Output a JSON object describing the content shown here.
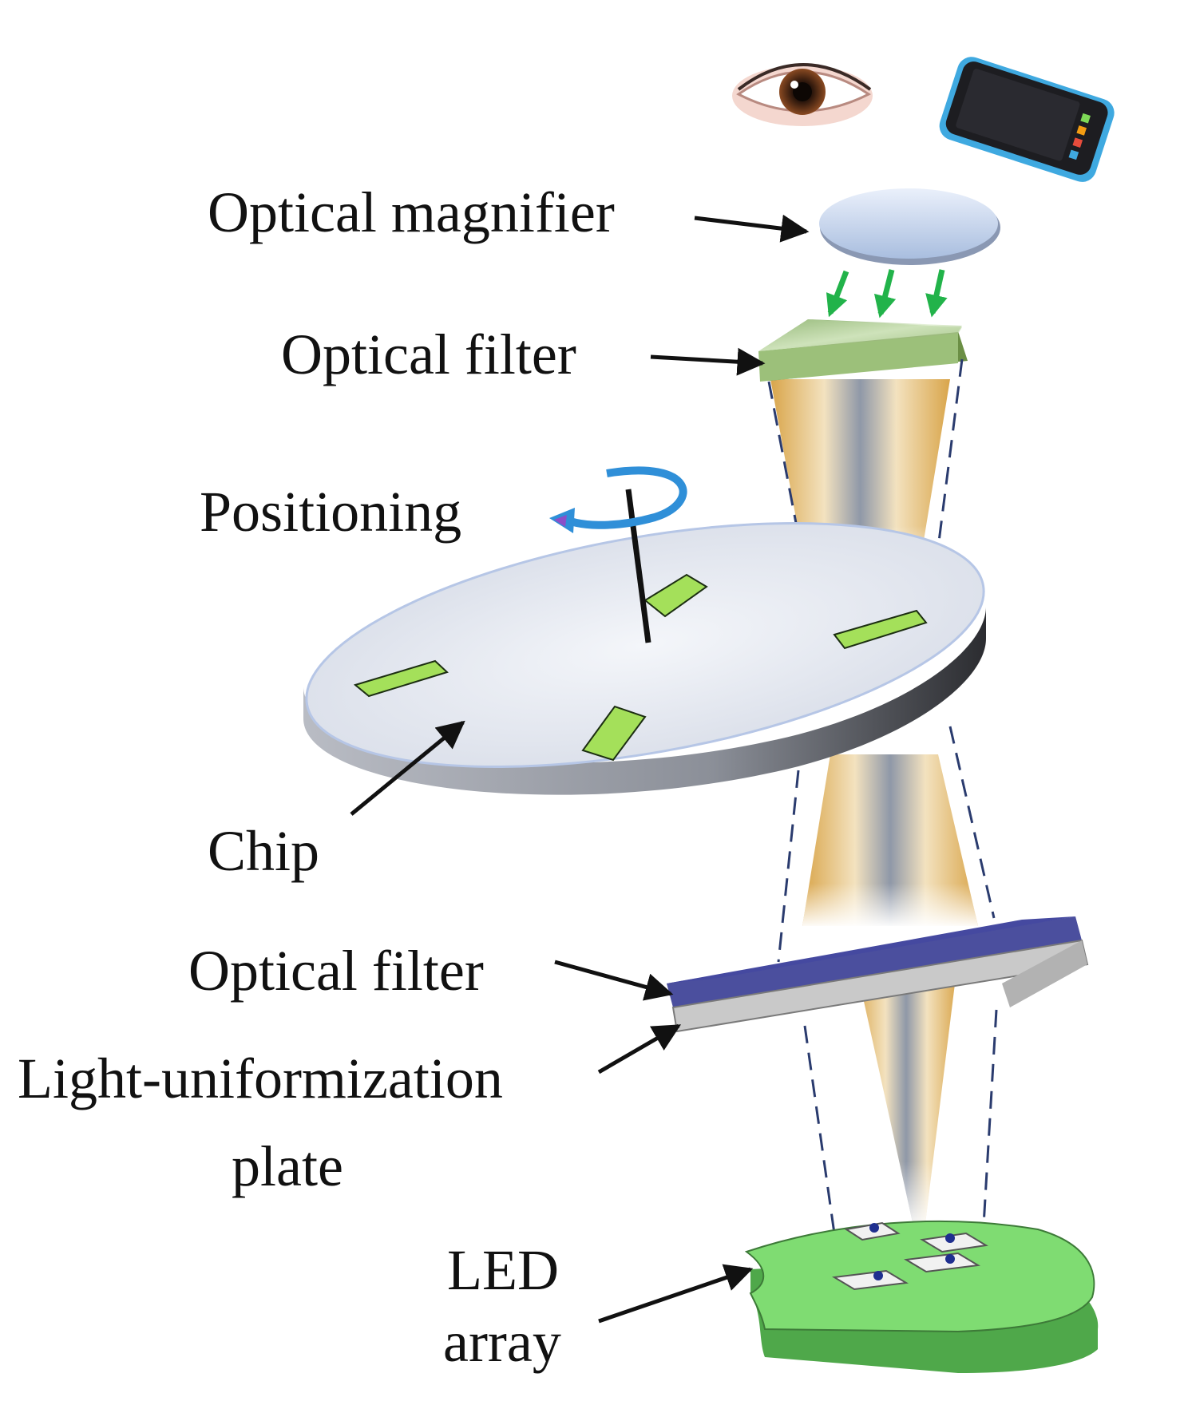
{
  "labels": {
    "optical_magnifier": "Optical magnifier",
    "optical_filter_top": "Optical filter",
    "positioning": "Positioning",
    "chip": "Chip",
    "optical_filter_bottom": "Optical filter",
    "light_uniformization_line1": "Light-uniformization",
    "light_uniformization_line2": "plate",
    "led_line1": "LED",
    "led_line2": "array"
  },
  "icons": {
    "viewer": "eye-icon",
    "device": "smartphone-icon",
    "rotation": "rotate-arrow-icon"
  },
  "colors": {
    "chip_pad": "#a4e05a",
    "filter_top": "#8fb86a",
    "filter_bottom": "#4b4f9e",
    "uniform_plate": "#c9c9c9",
    "led_board": "#7fdc72",
    "beam": "#d9a54a",
    "guide_lines": "#2a3b6e",
    "emission_arrows": "#22b34a",
    "rotation_arrow": "#2f8fd8"
  }
}
